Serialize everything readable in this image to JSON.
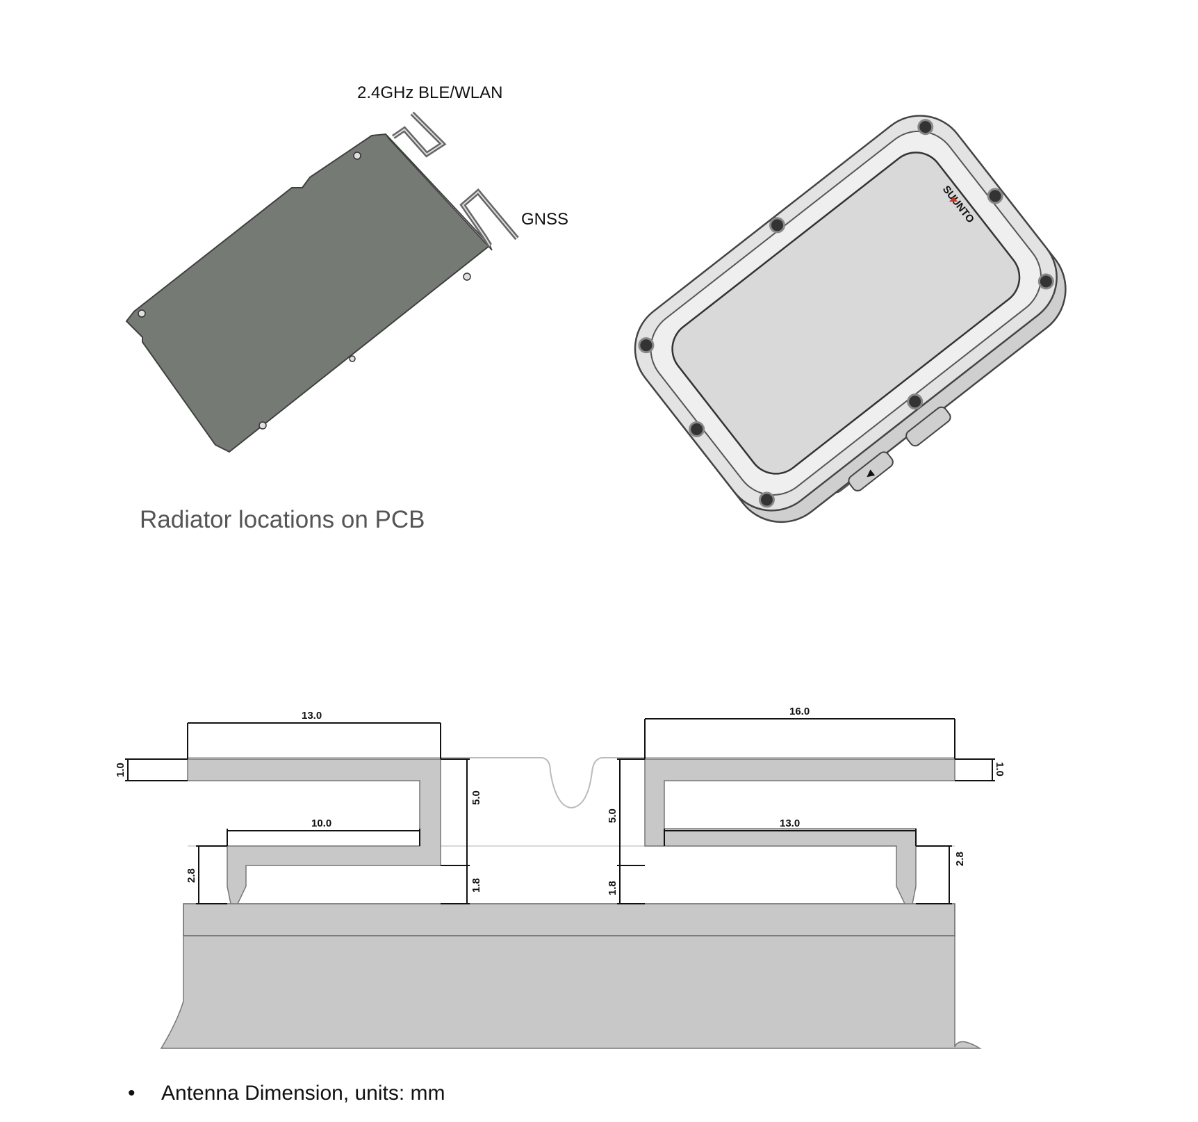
{
  "top": {
    "ble_label": "2.4GHz BLE/WLAN",
    "gnss_label": "GNSS",
    "brand_logo": "SUUNTO",
    "button_glyph": "◄",
    "caption": "Radiator locations on PCB"
  },
  "dimensions": {
    "left_top": "13.0",
    "left_inner": "10.0",
    "left_thickness": "1.0",
    "left_gap": "5.0",
    "left_height": "2.8",
    "left_feed": "1.8",
    "right_top": "16.0",
    "right_inner": "13.0",
    "right_thickness": "1.0",
    "right_gap": "5.0",
    "right_height": "2.8",
    "right_feed": "1.8"
  },
  "note": {
    "bullet": "•",
    "text": "Antenna Dimension, units: mm"
  },
  "colors": {
    "pcb": "#767a75",
    "antenna_fill": "#c8c8c8",
    "device_body": "#d7d7d7",
    "dim_line": "#111111"
  }
}
